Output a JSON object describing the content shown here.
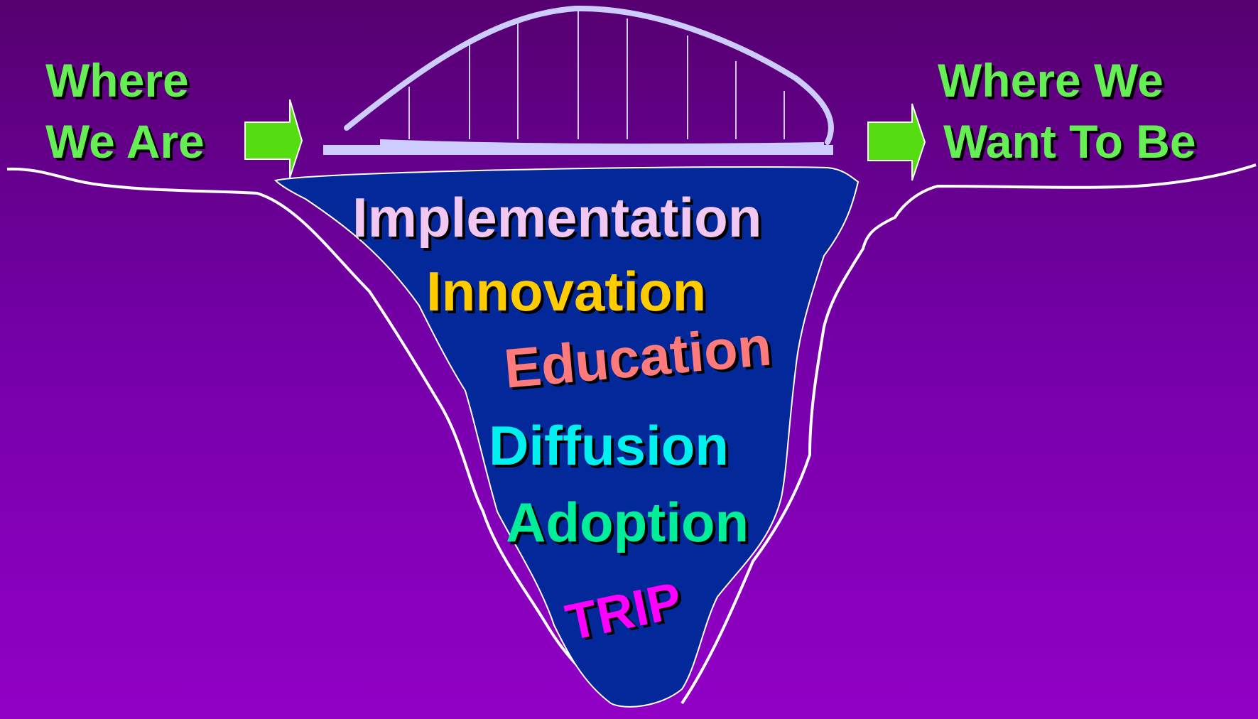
{
  "left_label": {
    "line1": "Where",
    "line2": "We Are"
  },
  "right_label": {
    "line1": "Where We",
    "line2": "Want To Be"
  },
  "stages": [
    {
      "text": "Implementation",
      "color": "#f2c8f2"
    },
    {
      "text": "Innovation",
      "color": "#ffcc00"
    },
    {
      "text": "Education",
      "color": "#ff7a7a"
    },
    {
      "text": "Diffusion",
      "color": "#00f0f0"
    },
    {
      "text": "Adoption",
      "color": "#00ee99"
    },
    {
      "text": "TRIP",
      "color": "#ff00ff"
    }
  ],
  "colors": {
    "background_top": "#560070",
    "background_bottom": "#9200c6",
    "gap_fill": "#03289a",
    "bridge": "#ccccff",
    "arrow": "#55dd11",
    "label_green": "#66ee55"
  },
  "icons": [
    "bridge-icon",
    "right-arrow-icon",
    "right-arrow-icon"
  ]
}
